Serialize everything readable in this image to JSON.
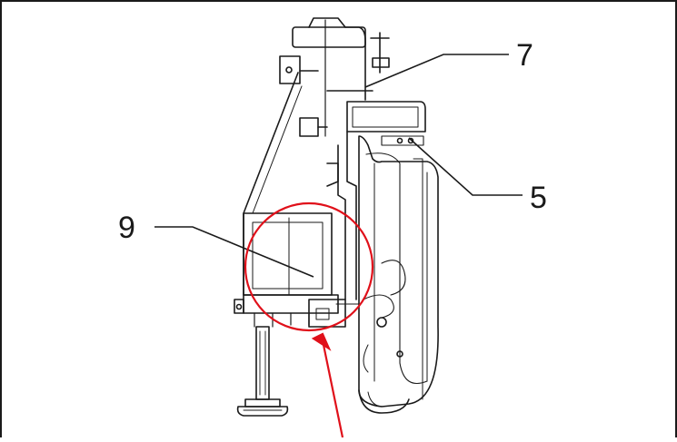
{
  "figure": {
    "callouts": [
      {
        "id": "callout-7",
        "number": "7"
      },
      {
        "id": "callout-5",
        "number": "5"
      },
      {
        "id": "callout-9",
        "number": "9"
      }
    ],
    "highlight_color": "#e0101a",
    "line_color": "#1a1a1a"
  }
}
